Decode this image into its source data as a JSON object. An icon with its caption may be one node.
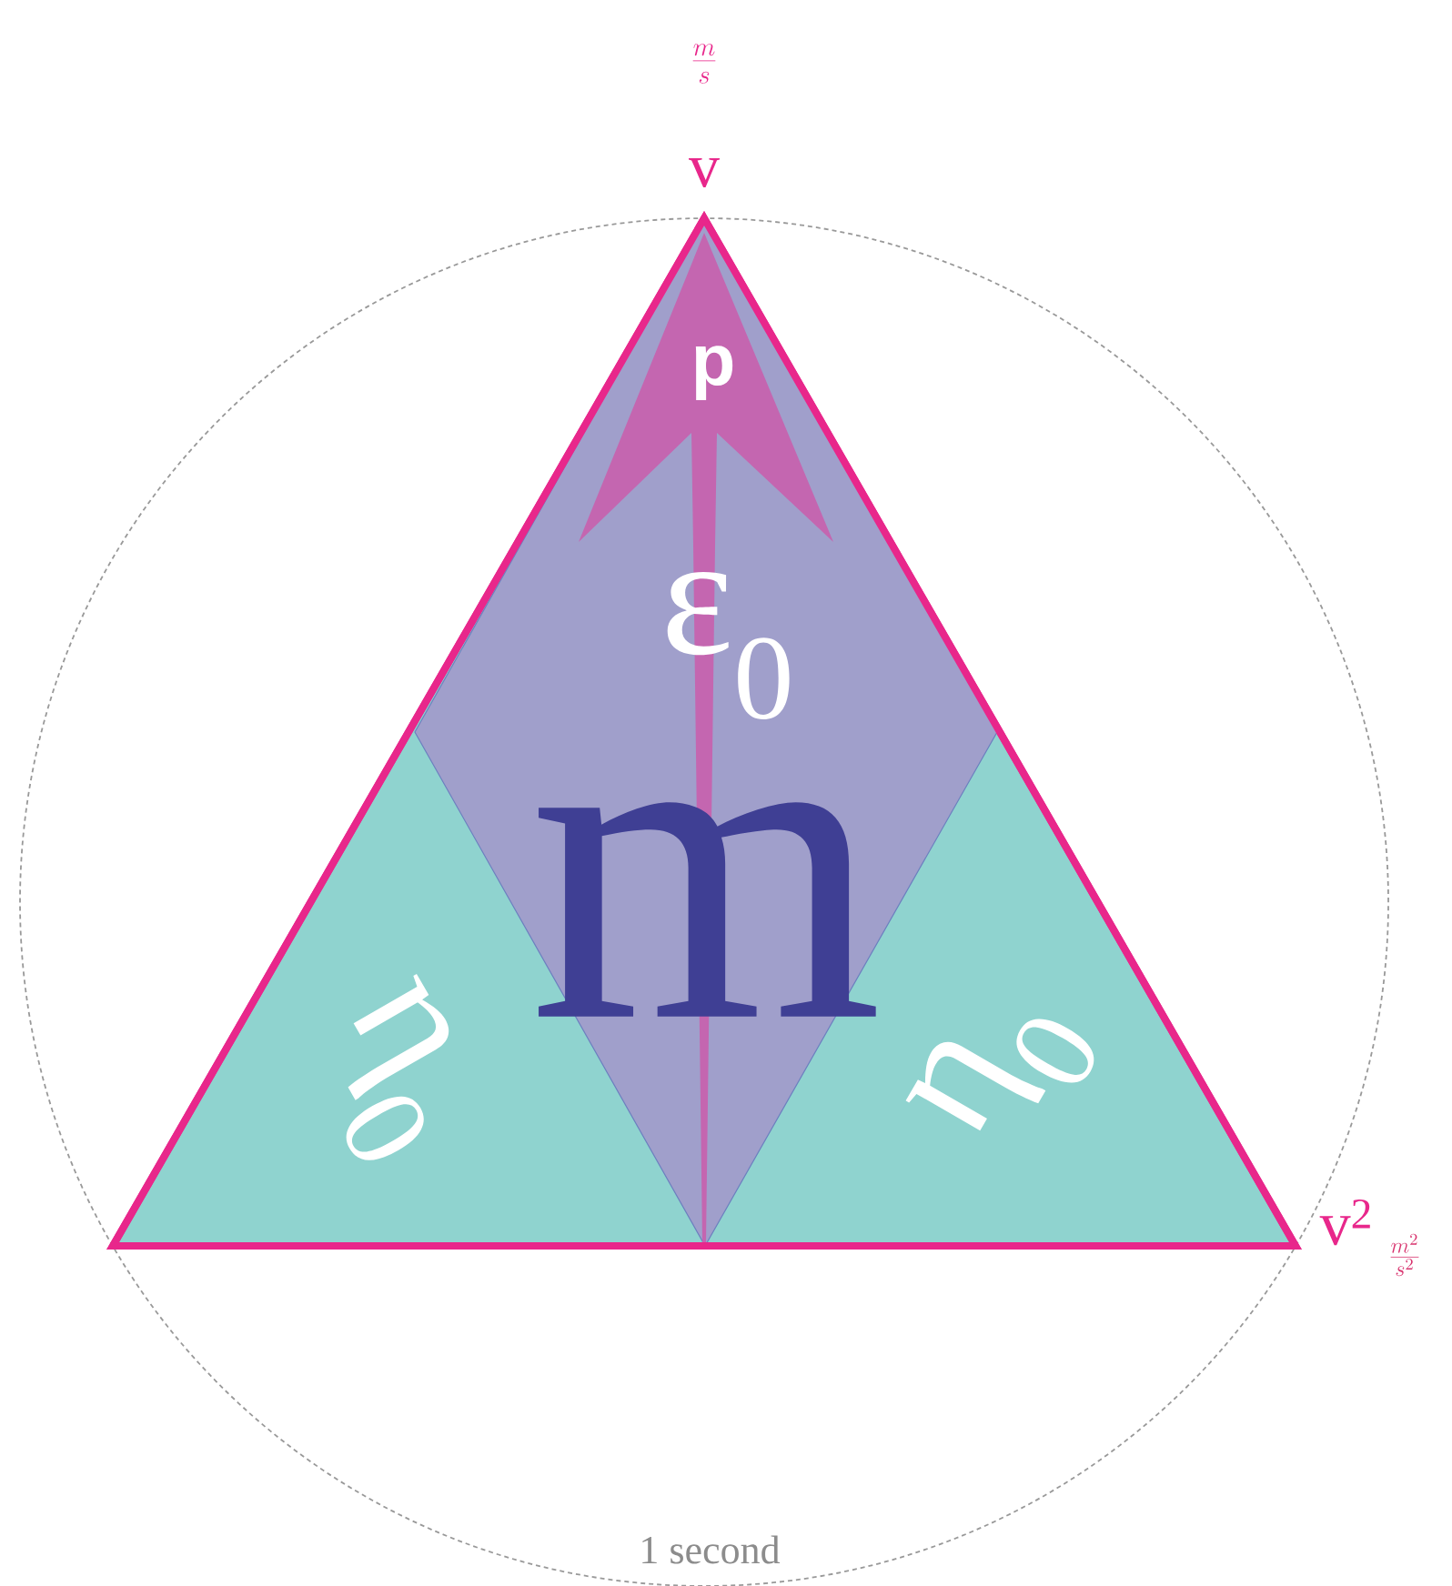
{
  "diagram": {
    "nodes": [
      {
        "text": [],
        "shape": "circle",
        "beside": [
          "1 second"
        ]
      },
      {
        "text": [
          "η$_{0}$",
          "η$_{0}$"
        ],
        "in": 0,
        "beside": [
          "v",
          "v$^{2}$"
        ]
      },
      {
        "text": [
          "p",
          "ε$_{0}$",
          "m"
        ],
        "in": 1
      }
    ],
    "labels": [
      "\\frac{m}{s}",
      "\\frac{m^{2}}{s^{2}}"
    ]
  }
}
